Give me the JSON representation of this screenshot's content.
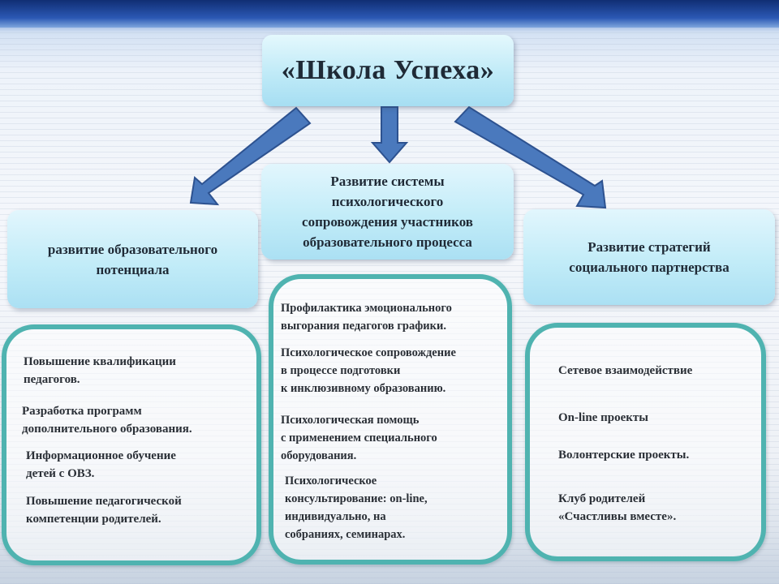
{
  "title": "«Школа Успеха»",
  "branches": [
    {
      "label": "развитие  образовательного\nпотенциала"
    },
    {
      "label": "Развитие системы\nпсихологического\nсопровождения участников\nобразовательного процесса"
    },
    {
      "label": "Развитие стратегий\nсоциального партнерства"
    }
  ],
  "left_items": [
    "Повышение квалификации\nпедагогов.",
    "Разработка программ\nдополнительного образования.",
    "Информационное обучение\nдетей с ОВЗ.",
    "Повышение педагогической\nкомпетенции родителей."
  ],
  "center_items": [
    "Профилактика эмоционального\nвыгорания педагогов графики.",
    "Психологическое сопровождение\nв процессе подготовки\nк инклюзивному образованию.",
    "Психологическая помощь\nс применением специального\nоборудования.",
    "Психологическое\nконсультирование: on-line,\nиндивидуально, на\nсобраниях, семинарах."
  ],
  "right_items": [
    "Сетевое взаимодействие",
    "On-line проекты",
    "Волонтерские проекты.",
    "Клуб родителей\n«Счастливы вместе»."
  ],
  "colors": {
    "arrow": "#4a79bd",
    "arrow_border": "#2d5290",
    "panel_border": "#4fb3b0",
    "box_fill": "#bfeaf7"
  }
}
